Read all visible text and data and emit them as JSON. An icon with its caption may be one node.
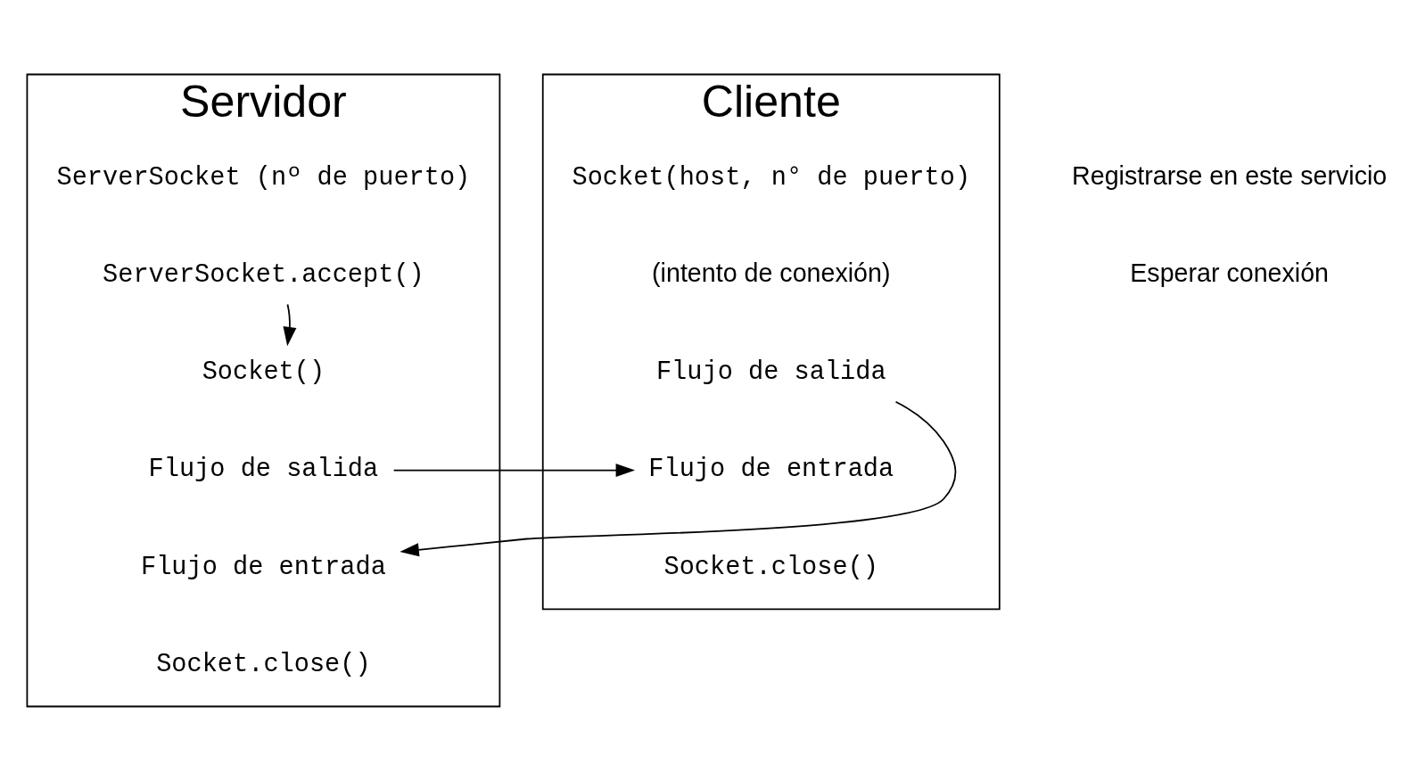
{
  "diagram": {
    "nodes": [
      {
        "text": [
          "Servidor"
        ]
      },
      {
        "text": [
          "ServerSocket (nº de puerto)"
        ],
        "in": 0
      },
      {
        "text": [
          "ServerSocket.accept()"
        ],
        "in": 0
      },
      {
        "text": [
          "Socket()"
        ],
        "in": 0
      },
      {
        "text": [
          "Flujo de salida"
        ],
        "in": 0
      },
      {
        "text": [
          "Flujo de entrada"
        ],
        "in": 0
      },
      {
        "text": [
          "Socket.close()"
        ],
        "in": 0
      },
      {
        "text": [
          "Cliente"
        ]
      },
      {
        "text": [
          "Socket(host, n° de puerto)"
        ],
        "in": 7
      },
      {
        "text": [
          "(intento de conexión)"
        ],
        "in": 7
      },
      {
        "text": [
          "Flujo de salida"
        ],
        "in": 7
      },
      {
        "text": [
          "Flujo de entrada"
        ],
        "in": 7
      },
      {
        "text": [
          "Socket.close()"
        ],
        "in": 7
      }
    ],
    "edges": [
      {
        "from": 2,
        "to": 3,
        "arrow": "to"
      },
      {
        "from": 4,
        "to": 11,
        "arrow": "to"
      },
      {
        "from": 10,
        "to": 5,
        "arrow": "to"
      }
    ],
    "labels": [
      "Registrarse en este servicio",
      "Esperar conexión"
    ]
  }
}
